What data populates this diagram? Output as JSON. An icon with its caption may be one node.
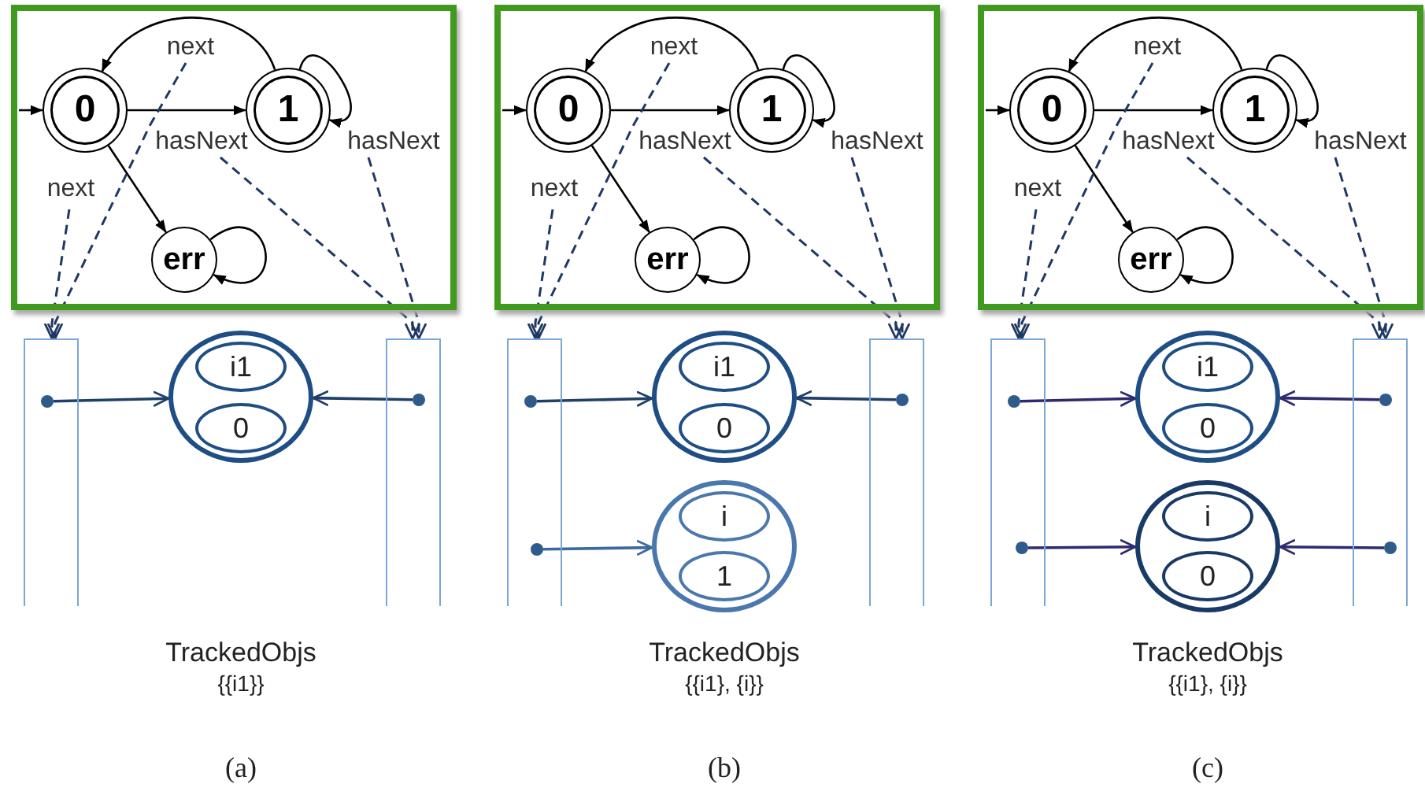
{
  "diagram": {
    "nodes": [
      {
        "text": [],
        "shape": "box"
      },
      {
        "text": [
          "0"
        ],
        "in": 0
      },
      {
        "text": [
          "1"
        ],
        "in": 0
      },
      {
        "text": [
          "err"
        ],
        "in": 0
      },
      {
        "text": [],
        "shape": "box"
      },
      {
        "text": [],
        "shape": "box"
      },
      {
        "text": [],
        "shape": "circle",
        "in": 4
      },
      {
        "text": [],
        "shape": "circle",
        "in": 5
      },
      {
        "text": [],
        "shape": "circle"
      },
      {
        "text": [
          "i1"
        ],
        "in": 8
      },
      {
        "text": [
          "0"
        ],
        "in": 8
      },
      {
        "text": [],
        "shape": "box"
      },
      {
        "text": [
          "0"
        ],
        "in": 11
      },
      {
        "text": [
          "1"
        ],
        "in": 11
      },
      {
        "text": [
          "err"
        ],
        "in": 11
      },
      {
        "text": [],
        "shape": "box"
      },
      {
        "text": [],
        "shape": "box"
      },
      {
        "text": [],
        "shape": "circle",
        "in": 15
      },
      {
        "text": [],
        "shape": "circle",
        "in": 16
      },
      {
        "text": [],
        "shape": "circle"
      },
      {
        "text": [
          "i1"
        ],
        "in": 19
      },
      {
        "text": [
          "0"
        ],
        "in": 19
      },
      {
        "text": [],
        "shape": "circle",
        "in": 15
      },
      {
        "text": [],
        "shape": "circle"
      },
      {
        "text": [
          "i"
        ],
        "in": 23
      },
      {
        "text": [
          "1"
        ],
        "in": 23
      },
      {
        "text": [],
        "shape": "box"
      },
      {
        "text": [
          "0"
        ],
        "in": 26
      },
      {
        "text": [
          "1"
        ],
        "in": 26
      },
      {
        "text": [
          "err"
        ],
        "in": 26
      },
      {
        "text": [],
        "shape": "box"
      },
      {
        "text": [],
        "shape": "box"
      },
      {
        "text": [],
        "shape": "circle",
        "in": 30
      },
      {
        "text": [],
        "shape": "circle",
        "in": 31
      },
      {
        "text": [],
        "shape": "circle"
      },
      {
        "text": [
          "i1"
        ],
        "in": 34
      },
      {
        "text": [
          "0"
        ],
        "in": 34
      },
      {
        "text": [],
        "shape": "circle",
        "in": 30
      },
      {
        "text": [],
        "shape": "circle",
        "in": 31
      },
      {
        "text": [],
        "shape": "circle"
      },
      {
        "text": [
          "i"
        ],
        "in": 39
      },
      {
        "text": [
          "0"
        ],
        "in": 39
      }
    ],
    "edges": [
      {
        "from": null,
        "to": 1,
        "arrow": "to"
      },
      {
        "from": 1,
        "to": 2,
        "arrow": "to",
        "label": "hasNext"
      },
      {
        "from": 2,
        "to": 1,
        "arrow": "to",
        "label": "next"
      },
      {
        "from": 2,
        "to": 2,
        "arrow": "to",
        "label": "hasNext"
      },
      {
        "from": 1,
        "to": 3,
        "arrow": "to",
        "label": "next"
      },
      {
        "from": 3,
        "to": 3,
        "arrow": "to"
      },
      {
        "from": null,
        "to": 4,
        "arrow": "to",
        "style": "dashed",
        "color": "#1f3864"
      },
      {
        "from": null,
        "to": 4,
        "arrow": "to",
        "style": "dashed",
        "color": "#1f3864"
      },
      {
        "from": null,
        "to": 5,
        "arrow": "to",
        "style": "dashed",
        "color": "#1f3864"
      },
      {
        "from": null,
        "to": 5,
        "arrow": "to",
        "style": "dashed",
        "color": "#1f3864"
      },
      {
        "from": 6,
        "to": 8,
        "arrow": "to",
        "color": "#1f4068"
      },
      {
        "from": 7,
        "to": 8,
        "arrow": "to",
        "color": "#1f4068"
      },
      {
        "from": null,
        "to": 12,
        "arrow": "to"
      },
      {
        "from": 12,
        "to": 13,
        "arrow": "to",
        "label": "hasNext"
      },
      {
        "from": 13,
        "to": 12,
        "arrow": "to",
        "label": "next"
      },
      {
        "from": 13,
        "to": 13,
        "arrow": "to",
        "label": "hasNext"
      },
      {
        "from": 12,
        "to": 14,
        "arrow": "to",
        "label": "next"
      },
      {
        "from": 14,
        "to": 14,
        "arrow": "to"
      },
      {
        "from": null,
        "to": 15,
        "arrow": "to",
        "style": "dashed",
        "color": "#1f3864"
      },
      {
        "from": null,
        "to": 15,
        "arrow": "to",
        "style": "dashed",
        "color": "#1f3864"
      },
      {
        "from": null,
        "to": 16,
        "arrow": "to",
        "style": "dashed",
        "color": "#1f3864"
      },
      {
        "from": null,
        "to": 16,
        "arrow": "to",
        "style": "dashed",
        "color": "#1f3864"
      },
      {
        "from": 17,
        "to": 19,
        "arrow": "to",
        "color": "#1f4068"
      },
      {
        "from": 18,
        "to": 19,
        "arrow": "to",
        "color": "#1f4068"
      },
      {
        "from": 22,
        "to": 23,
        "arrow": "to",
        "color": "#3d6a9e"
      },
      {
        "from": null,
        "to": 27,
        "arrow": "to"
      },
      {
        "from": 27,
        "to": 28,
        "arrow": "to",
        "label": "hasNext"
      },
      {
        "from": 28,
        "to": 27,
        "arrow": "to",
        "label": "next"
      },
      {
        "from": 28,
        "to": 28,
        "arrow": "to",
        "label": "hasNext"
      },
      {
        "from": 27,
        "to": 29,
        "arrow": "to",
        "label": "next"
      },
      {
        "from": 29,
        "to": 29,
        "arrow": "to"
      },
      {
        "from": null,
        "to": 30,
        "arrow": "to",
        "style": "dashed",
        "color": "#1f3864"
      },
      {
        "from": null,
        "to": 30,
        "arrow": "to",
        "style": "dashed",
        "color": "#1f3864"
      },
      {
        "from": null,
        "to": 31,
        "arrow": "to",
        "style": "dashed",
        "color": "#1f3864"
      },
      {
        "from": null,
        "to": 31,
        "arrow": "to",
        "style": "dashed",
        "color": "#1f3864"
      },
      {
        "from": 32,
        "to": 34,
        "arrow": "to",
        "color": "#2e2a6e"
      },
      {
        "from": 33,
        "to": 34,
        "arrow": "to",
        "color": "#2e2a6e"
      },
      {
        "from": 37,
        "to": 39,
        "arrow": "to",
        "color": "#2e2a6e"
      },
      {
        "from": 38,
        "to": 39,
        "arrow": "to",
        "color": "#2e2a6e"
      }
    ],
    "labels": [
      "TrackedObjs",
      "TrackedObjs",
      "TrackedObjs",
      "{{i1}}",
      "{{i1}, {i}}",
      "{{i1}, {i}}",
      "(a)",
      "(b)",
      "(c)"
    ]
  }
}
